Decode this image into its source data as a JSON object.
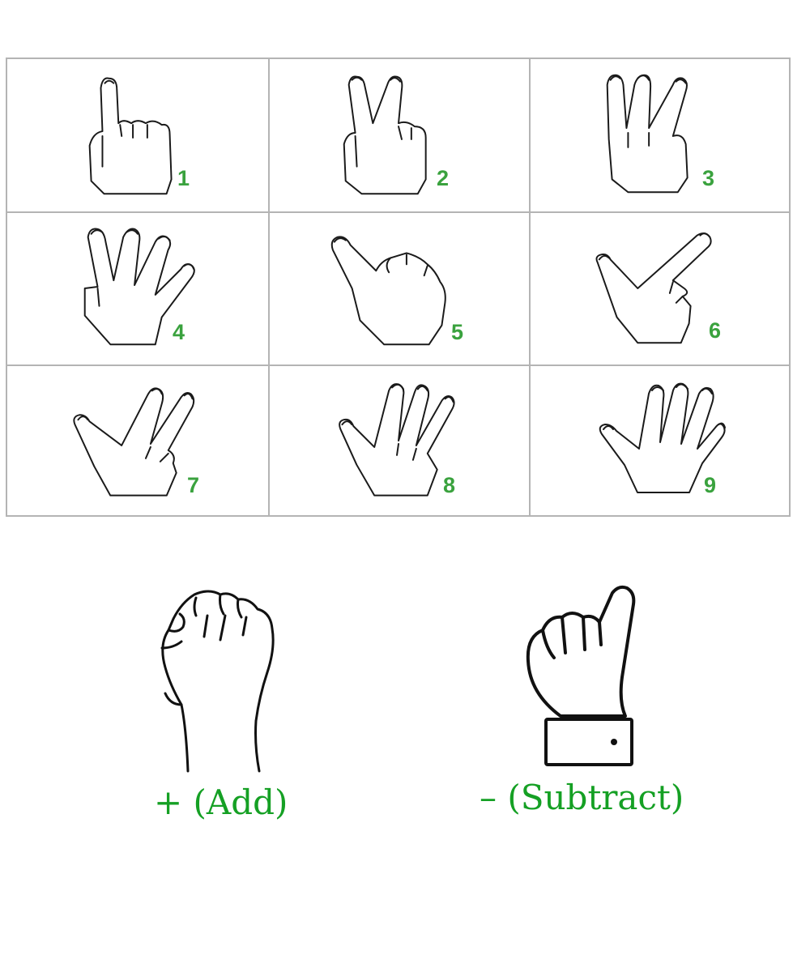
{
  "gestures": [
    {
      "number": "1"
    },
    {
      "number": "2"
    },
    {
      "number": "3"
    },
    {
      "number": "4"
    },
    {
      "number": "5"
    },
    {
      "number": "6"
    },
    {
      "number": "7"
    },
    {
      "number": "8"
    },
    {
      "number": "9"
    }
  ],
  "operations": {
    "add": {
      "label": "+ (Add)",
      "icon": "closed-fist-icon"
    },
    "subtract": {
      "label": "– (Subtract)",
      "icon": "index-finger-cuff-icon"
    }
  },
  "colors": {
    "number_green": "#3aa23e",
    "label_green": "#15a024",
    "grid_border": "#b4b4b4",
    "line": "#1a1a1a"
  }
}
